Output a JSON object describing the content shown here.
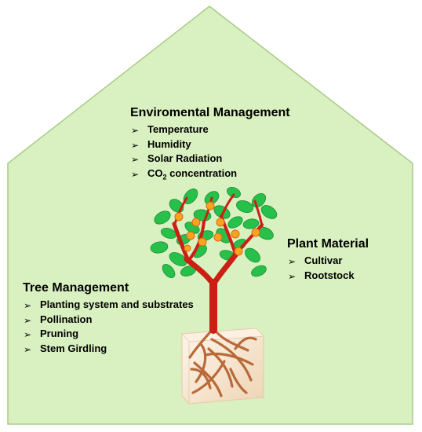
{
  "environmental": {
    "title": "Enviromental Management",
    "items": [
      "Temperature",
      "Humidity",
      "Solar Radiation"
    ],
    "co2_prefix": "CO",
    "co2_sub": "2",
    "co2_suffix": " concentration"
  },
  "plant": {
    "title": "Plant Material",
    "items": [
      "Cultivar",
      "Rootstock"
    ]
  },
  "tree": {
    "title": "Tree Management",
    "items": [
      "Planting system and substrates",
      "Pollination",
      "Pruning",
      "Stem Girdling"
    ]
  },
  "bullet_glyph": "➢",
  "colors": {
    "house_fill": "#d9f0c0",
    "house_stroke": "#a8cc88",
    "leaf": "#27c04a",
    "trunk": "#cc1f14",
    "fruit": "#f7a51e",
    "root": "#b86a3a",
    "pot": "#f8ead6"
  }
}
